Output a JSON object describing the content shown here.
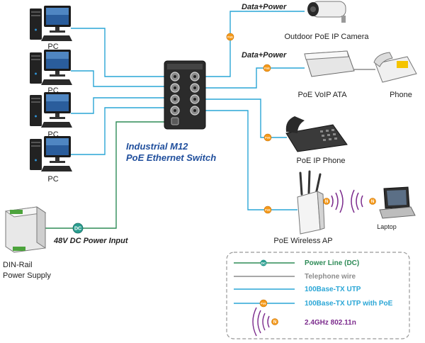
{
  "colors": {
    "utp": "#2aa6d6",
    "power_dc": "#2e8b57",
    "telephone": "#8c8c8c",
    "poe_badge": "#f59a1b",
    "wireless": "#7b2a8c",
    "switch_title": "#1f4e9c"
  },
  "switch": {
    "line1": "Industrial  M12",
    "line2": "PoE Ethernet Switch"
  },
  "devices": {
    "pcs": [
      "PC",
      "PC",
      "PC",
      "PC"
    ],
    "camera": "Outdoor PoE IP Camera",
    "ata": "PoE VoIP ATA",
    "phone": "Phone",
    "ip_phone": "PoE IP Phone",
    "wireless_ap": "PoE Wireless AP",
    "laptop": "Laptop",
    "psu_line1": "DIN-Rail",
    "psu_line2": "Power Supply"
  },
  "annotations": {
    "data_power_1": "Data+Power",
    "data_power_2": "Data+Power",
    "dc_input": "48V DC Power Input",
    "dc_badge": "DC",
    "poe_badge": "PoE",
    "wifi_badge": "N"
  },
  "legend": {
    "items": [
      {
        "label": "Power Line (DC)",
        "type": "power_dc",
        "color": "#2e8b57"
      },
      {
        "label": "Telephone wire",
        "type": "telephone",
        "color": "#8c8c8c"
      },
      {
        "label": "100Base-TX UTP",
        "type": "utp",
        "color": "#2aa6d6"
      },
      {
        "label": "100Base-TX UTP with PoE",
        "type": "poe",
        "color": "#2aa6d6"
      },
      {
        "label": "2.4GHz 802.11n",
        "type": "wireless",
        "color": "#7b2a8c"
      }
    ]
  }
}
